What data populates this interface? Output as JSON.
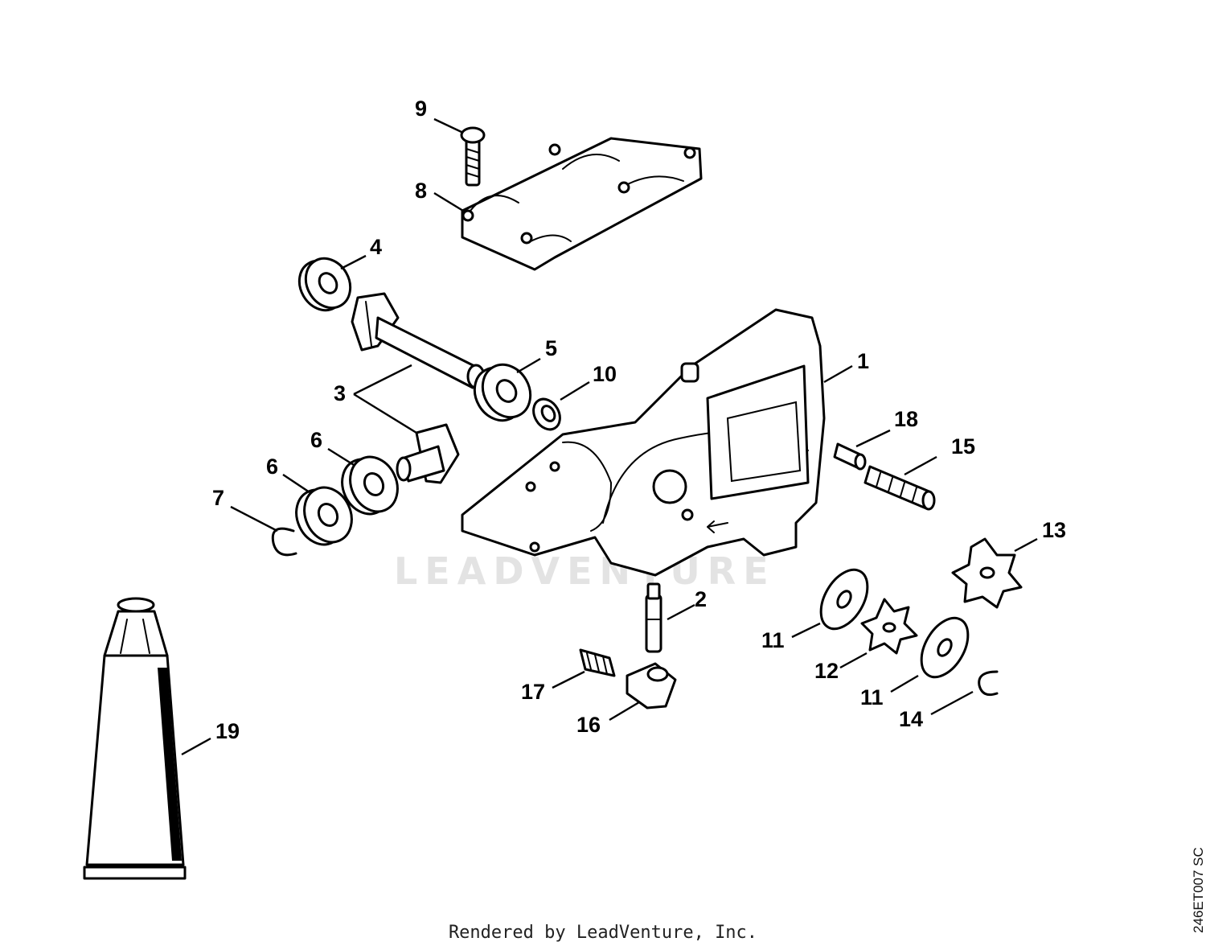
{
  "watermark_text": "LEADVENTURE",
  "footer_text": "Rendered by LeadVenture, Inc.",
  "drawing_code": "246ET007 SC",
  "callouts": [
    {
      "id": "callout-1",
      "text": "1"
    },
    {
      "id": "callout-2",
      "text": "2"
    },
    {
      "id": "callout-3",
      "text": "3"
    },
    {
      "id": "callout-4",
      "text": "4"
    },
    {
      "id": "callout-5",
      "text": "5"
    },
    {
      "id": "callout-6a",
      "text": "6"
    },
    {
      "id": "callout-6b",
      "text": "6"
    },
    {
      "id": "callout-7",
      "text": "7"
    },
    {
      "id": "callout-8",
      "text": "8"
    },
    {
      "id": "callout-9",
      "text": "9"
    },
    {
      "id": "callout-10",
      "text": "10"
    },
    {
      "id": "callout-11a",
      "text": "11"
    },
    {
      "id": "callout-11b",
      "text": "11"
    },
    {
      "id": "callout-12",
      "text": "12"
    },
    {
      "id": "callout-13",
      "text": "13"
    },
    {
      "id": "callout-14",
      "text": "14"
    },
    {
      "id": "callout-15",
      "text": "15"
    },
    {
      "id": "callout-16",
      "text": "16"
    },
    {
      "id": "callout-17",
      "text": "17"
    },
    {
      "id": "callout-18",
      "text": "18"
    },
    {
      "id": "callout-19",
      "text": "19"
    }
  ]
}
